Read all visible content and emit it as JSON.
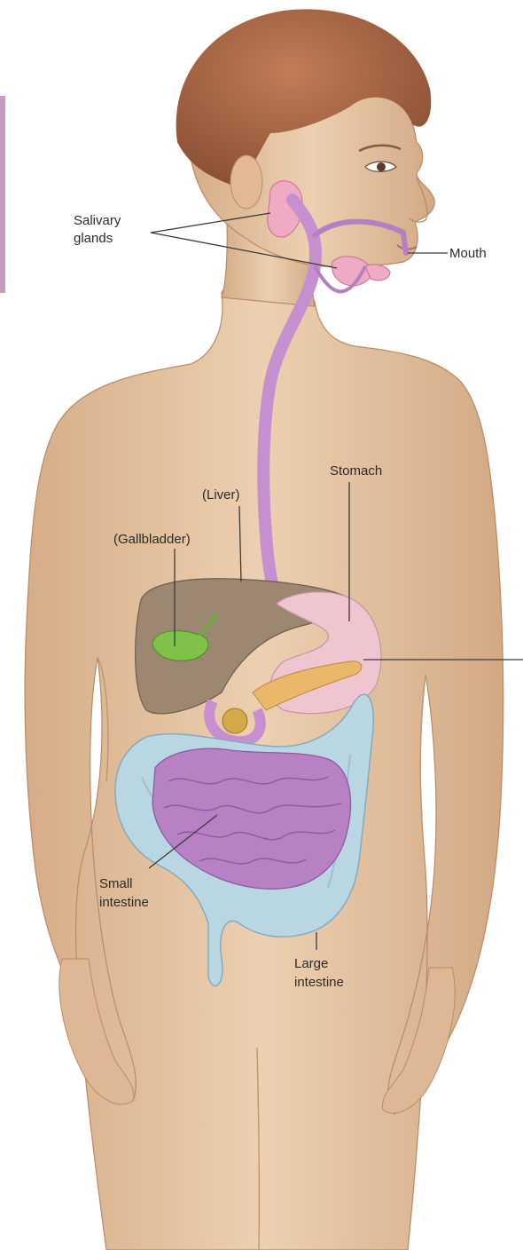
{
  "labels": {
    "salivary": [
      "Salivary",
      "glands"
    ],
    "mouth": "Mouth",
    "liver": "(Liver)",
    "gallbladder": "(Gallbladder)",
    "stomach": "Stomach",
    "small_intestine": [
      "Small",
      "intestine"
    ],
    "large_intestine": [
      "Large",
      "intestine"
    ]
  },
  "colors": {
    "skin": "#e6c4a2",
    "skin_shadow": "#c9a07c",
    "hair": "#a0603f",
    "side_bar": "#c89bc0",
    "esophagus": "#c68fd0",
    "salivary": "#efaac4",
    "liver": "#9c8771",
    "gallbladder": "#7fc24a",
    "stomach": "#efc6cf",
    "pancreas": "#e9b86a",
    "small_intestine": "#b781c4",
    "large_intestine": "#b9d7e3"
  }
}
